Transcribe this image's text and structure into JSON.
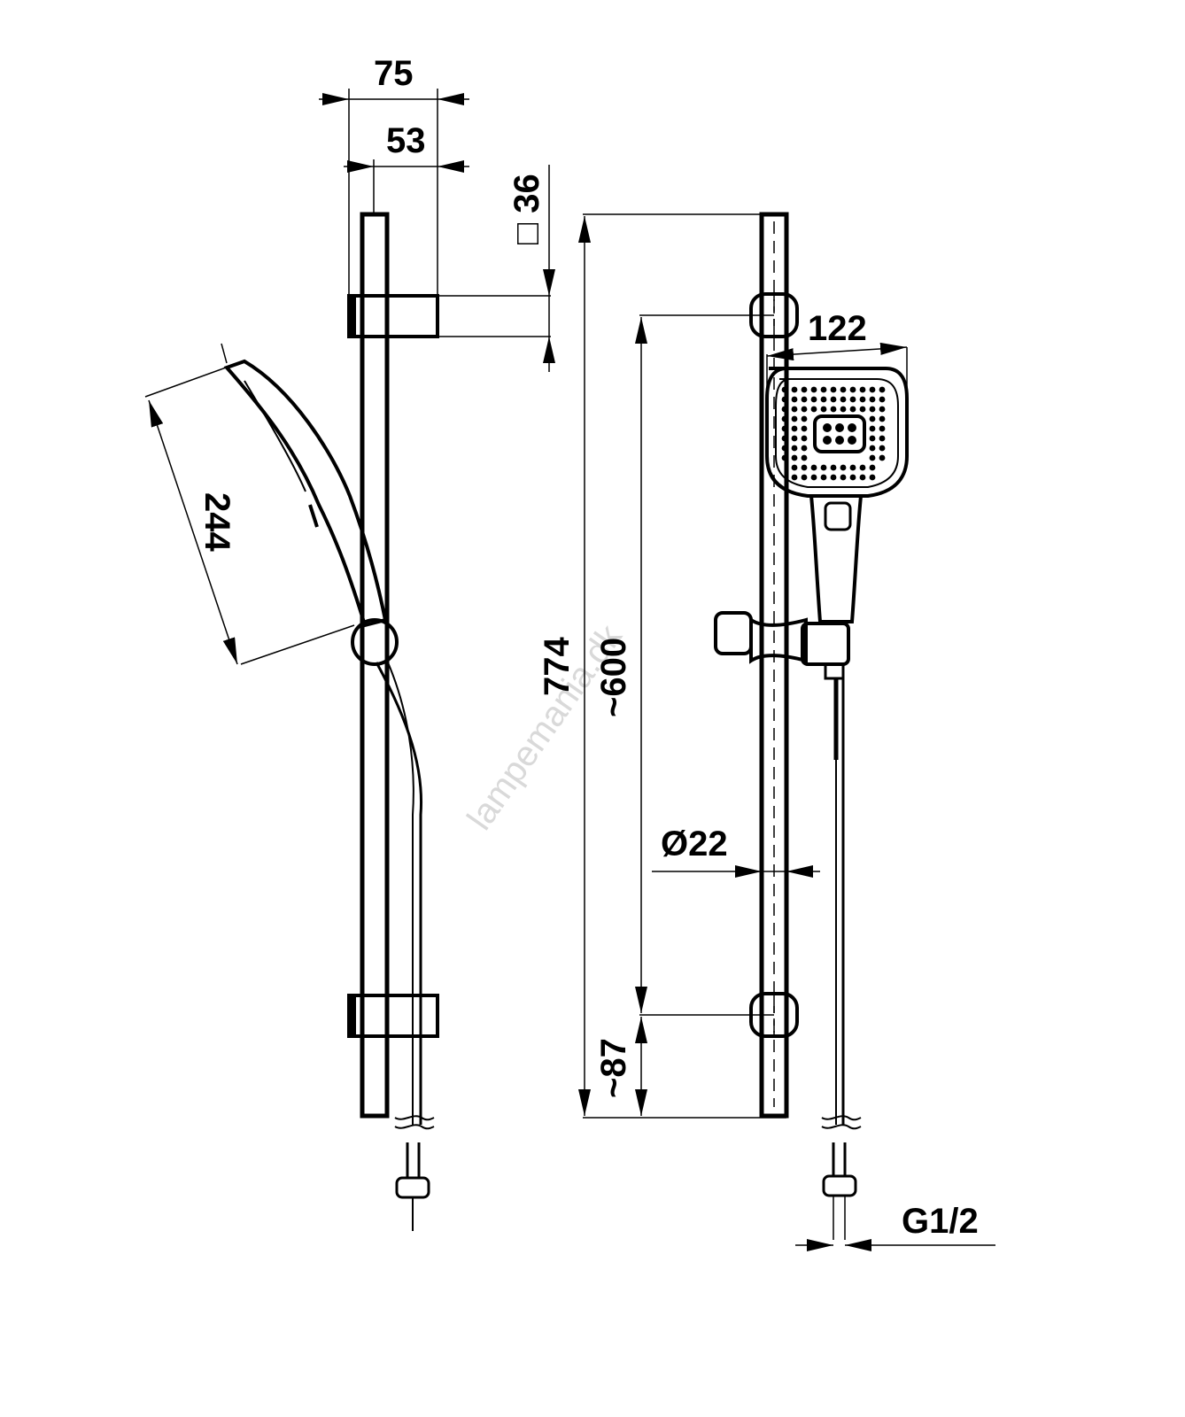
{
  "dimensions": {
    "width_outer": "75",
    "width_inner": "53",
    "bar_square": "□ 36",
    "handshower_length": "244",
    "overall_height": "774",
    "bracket_spacing": "~600",
    "bottom_offset": "~87",
    "head_width": "122",
    "bar_diameter": "Ø22",
    "thread": "G1/2"
  },
  "watermark": "lampemania.dk",
  "colors": {
    "line": "#000000",
    "background": "#ffffff",
    "watermark": "#d9d9d9"
  }
}
